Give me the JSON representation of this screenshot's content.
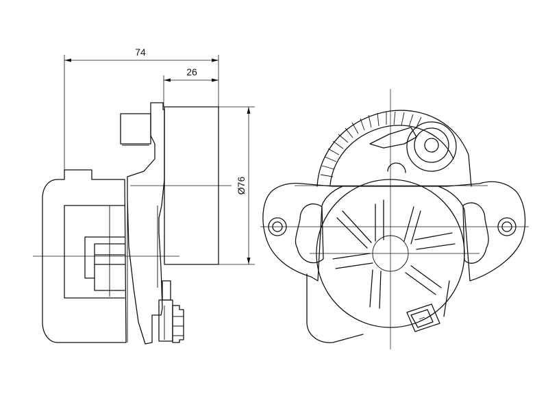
{
  "drawing": {
    "dimensions": {
      "overall_width": "74",
      "pulley_width": "26",
      "pulley_diameter": "Ø76"
    },
    "colors": {
      "line": "#111111",
      "background": "#ffffff"
    }
  }
}
